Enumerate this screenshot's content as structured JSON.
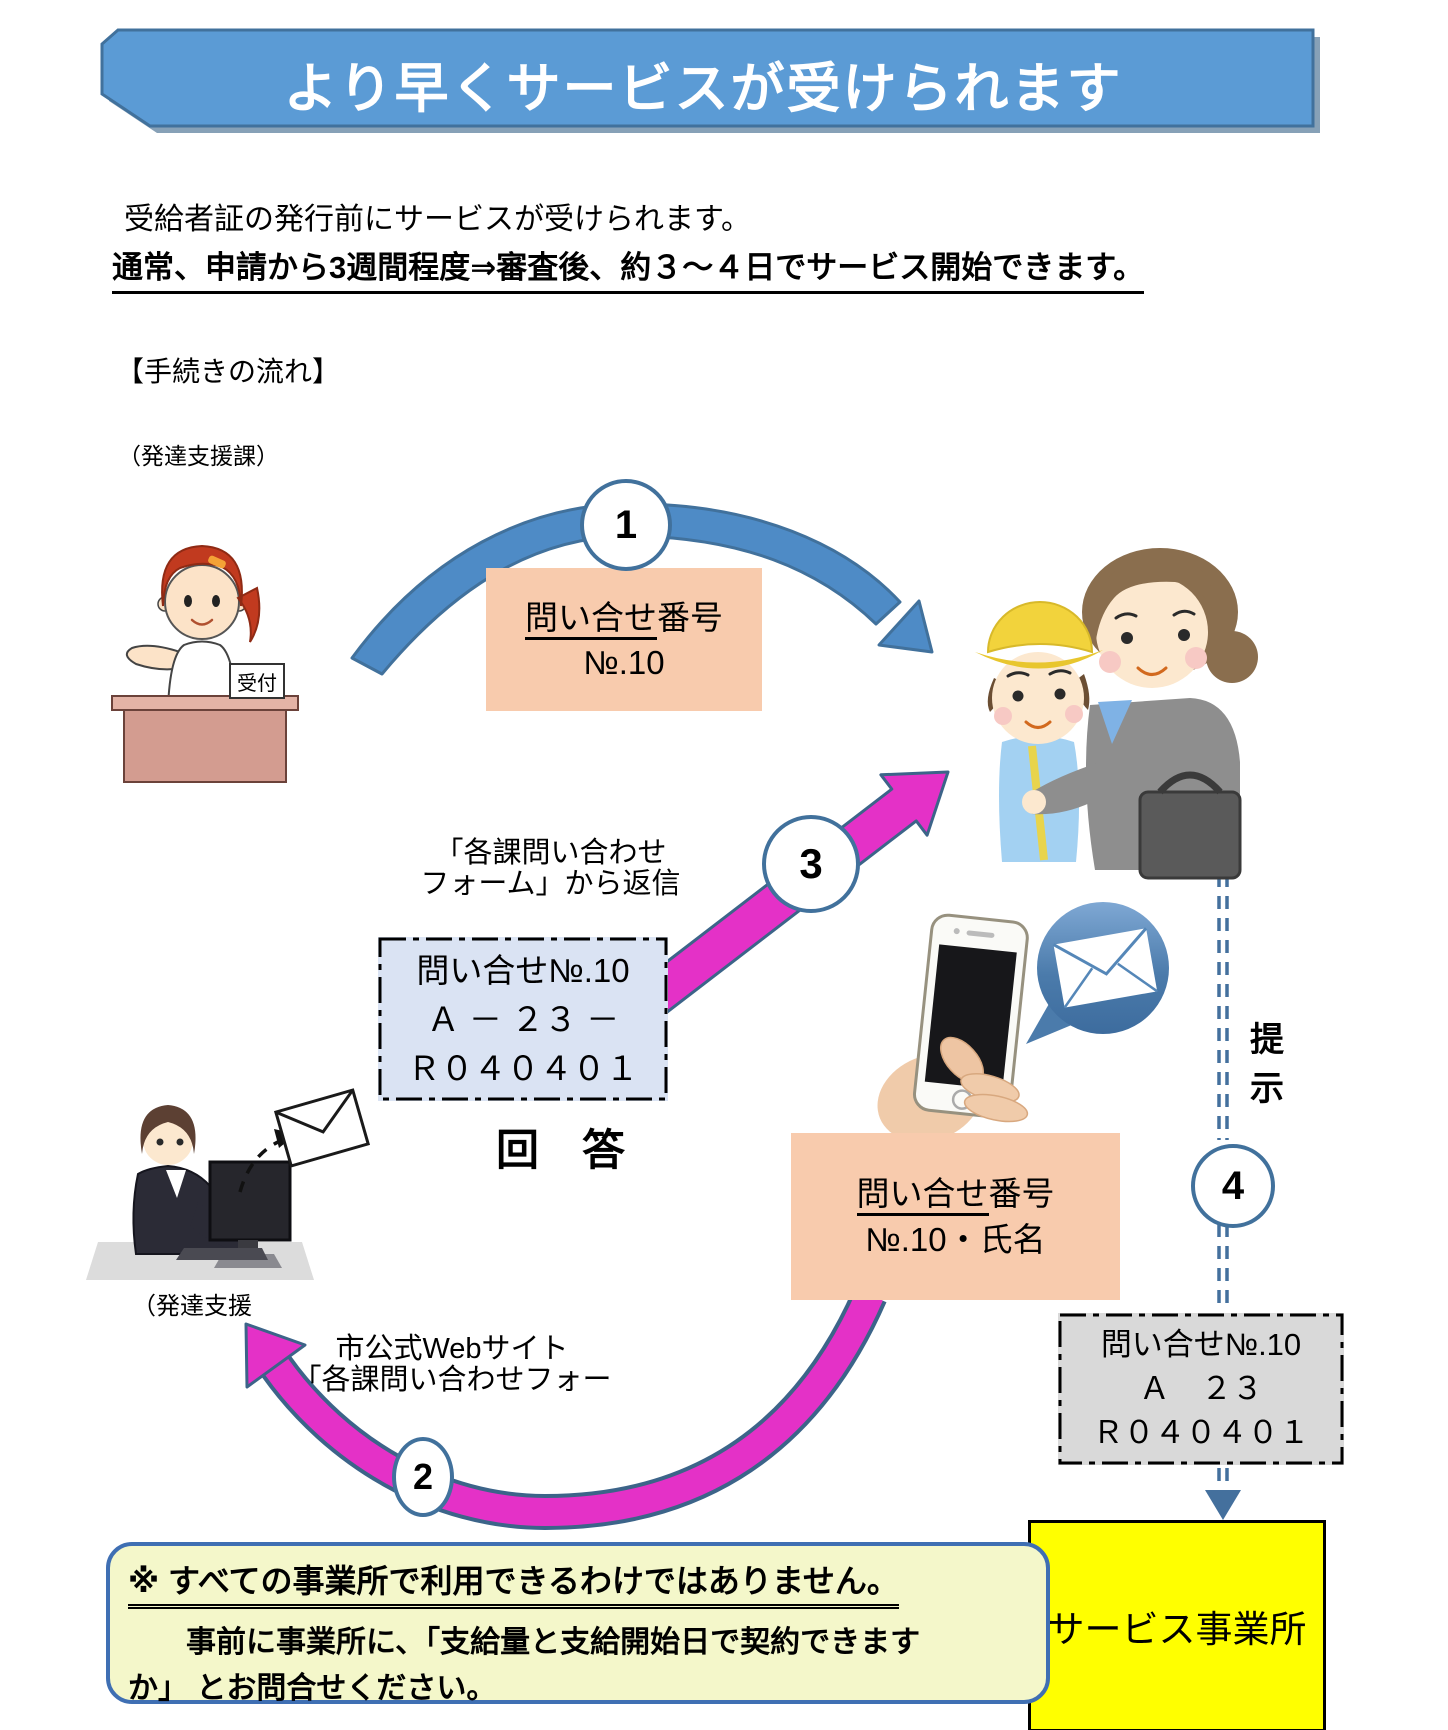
{
  "banner": {
    "title": "より早くサービスが受けられます"
  },
  "intro": {
    "line1": "受給者証の発行前にサービスが受けられます。",
    "line2": "通常、申請から3週間程度⇒審査後、約３～４日でサービス開始できます。"
  },
  "flow": {
    "heading": "【手続きの流れ】",
    "department_label": "（発達支援課）",
    "department_label_partial": "（発達支援",
    "reception_sign": "受付",
    "step1": "1",
    "step2": "2",
    "step3": "3",
    "step4": "4",
    "inquiry_number_box": {
      "title_underlined": "問い合せ",
      "title_rest": "番号",
      "value": "№.10"
    },
    "reply_note": {
      "line1": "「各課問い合わせ",
      "line2": "フォーム」から返信"
    },
    "inquiry_detail_box": {
      "line1": "問い合せ№.10",
      "line2": "Ａ － ２３ －",
      "line3": "Ｒ０４０４０１"
    },
    "answer_label": "回　答",
    "present_label": "提示",
    "inquiry_name_box": {
      "title_underlined": "問い合せ",
      "title_rest": "番号",
      "value": "№.10・氏名"
    },
    "web_note": {
      "line1": "市公式Webサイト",
      "line2": "「各課問い合わせフォー"
    },
    "ticket_box": {
      "line1": "問い合せ№.10",
      "line2": "Ａ　２３",
      "line3": "Ｒ０４０４０１"
    },
    "service_office_label": "サービス事業所"
  },
  "note": {
    "line1": "※ すべての事業所で利用できるわけではありません。",
    "line2": "事前に事業所に、「支給量と支給開始日で契約できます",
    "line3": "か」 とお問合せください。"
  },
  "colors": {
    "banner_blue": "#5B9BD5",
    "outline_blue": "#41719C",
    "arrow_blue": "#4E8BC6",
    "arrow_magenta": "#E431C7",
    "dashed_line_slate": "#44709D",
    "box_peach": "#F8CBAD",
    "box_light_blue": "#DAE3F3",
    "box_gray": "#D9D9D9",
    "box_yellow": "#FFFF00",
    "note_bg": "#F4F7CA",
    "note_border": "#3F6FB3"
  }
}
